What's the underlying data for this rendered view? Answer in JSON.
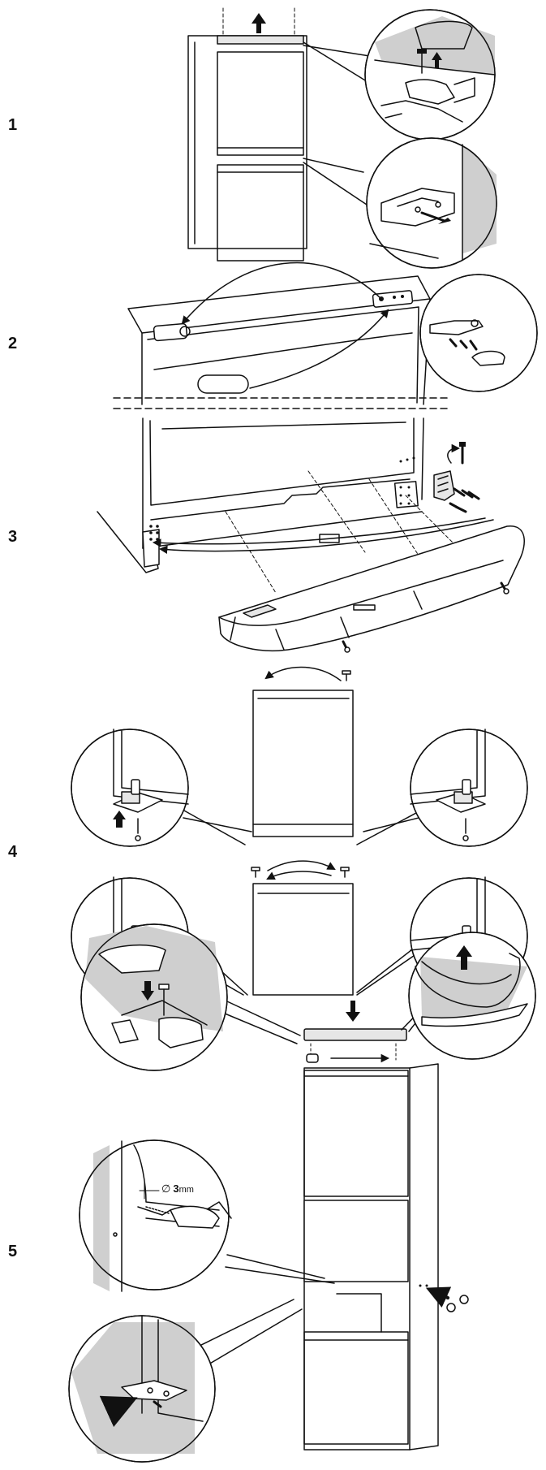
{
  "steps": [
    {
      "number": "1"
    },
    {
      "number": "2"
    },
    {
      "number": "3"
    },
    {
      "number": "4"
    },
    {
      "number": "5"
    }
  ],
  "callouts": {
    "drill_diameter_symbol": "∅",
    "drill_diameter_value": "3",
    "drill_diameter_unit": "mm"
  },
  "colors": {
    "line": "#111111",
    "shade": "#cfcfcf",
    "light_shade": "#e6e6e6"
  }
}
